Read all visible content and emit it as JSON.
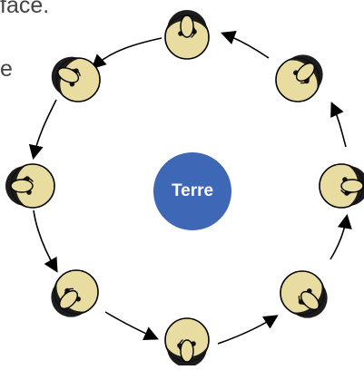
{
  "fragment": {
    "line_1": "face.",
    "line_2": "e"
  },
  "earth": {
    "label": "Terre",
    "color": "#3e67b6"
  },
  "moon": {
    "count": 8,
    "color": "#e8dca0",
    "outline": "#000000"
  },
  "orbit": {
    "direction": "counterclockwise",
    "arrow_color": "#000000"
  }
}
